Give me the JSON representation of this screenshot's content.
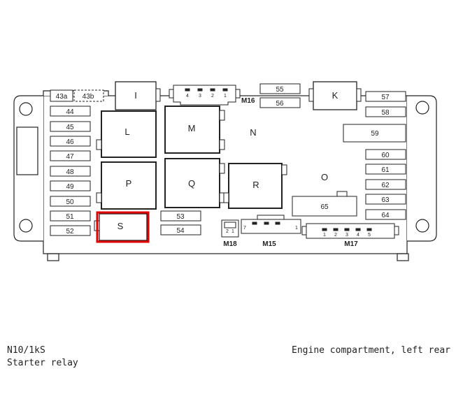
{
  "caption": {
    "component_code": "N10/1kS",
    "component_name": "Starter relay",
    "location": "Engine compartment, left rear"
  },
  "highlight_color": "#e00000",
  "relays": {
    "I": "I",
    "K": "K",
    "L": "L",
    "M": "M",
    "P": "P",
    "Q": "Q",
    "R": "R",
    "S": "S"
  },
  "zones": {
    "N": "N",
    "O": "O"
  },
  "fuses": {
    "f43a": "43a",
    "f43b": "43b",
    "f44": "44",
    "f45": "45",
    "f46": "46",
    "f47": "47",
    "f48": "48",
    "f49": "49",
    "f50": "50",
    "f51": "51",
    "f52": "52",
    "f53": "53",
    "f54": "54",
    "f55": "55",
    "f56": "56",
    "f57": "57",
    "f58": "58",
    "f59": "59",
    "f60": "60",
    "f61": "61",
    "f62": "62",
    "f63": "63",
    "f64": "64",
    "f65": "65"
  },
  "connectors": {
    "M15": "M15",
    "M16": "M16",
    "M17": "M17",
    "M18": "M18",
    "m16_pins": [
      "4",
      "3",
      "2",
      "1"
    ],
    "m17_pins": [
      "1",
      "2",
      "3",
      "4",
      "5"
    ],
    "m18_pins": [
      "2",
      "1"
    ],
    "m15_pins": [
      "7",
      "1"
    ]
  }
}
